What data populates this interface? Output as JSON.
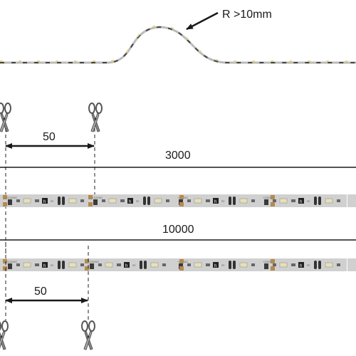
{
  "bend": {
    "radius_label": "R >10mm"
  },
  "top_section": {
    "cut_spacing_label": "50",
    "strip_length_label": "3000",
    "strip_marking": "+12VDC",
    "brand_glyph": "h",
    "cut_icon": "scissors-icon"
  },
  "bottom_section": {
    "cut_spacing_label": "50",
    "strip_length_label": "10000",
    "strip_marking": "+12VDC",
    "brand_glyph": "h",
    "cut_icon": "scissors-icon"
  },
  "colors": {
    "strip": "#c9c9c9",
    "led_yellow": "#e8d47a",
    "led_tan": "#c8b08a",
    "pad_copper": "#b48a50",
    "line": "#1a1a1a"
  }
}
